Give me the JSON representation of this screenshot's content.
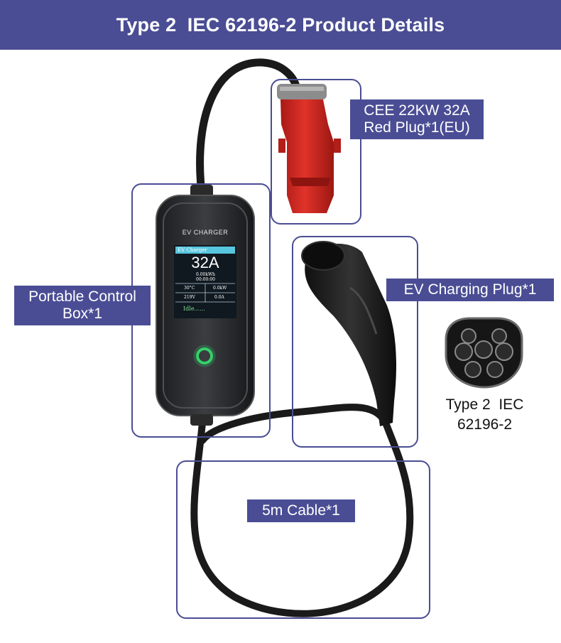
{
  "header": {
    "title": "Type 2  IEC 62196-2 Product Details"
  },
  "callouts": {
    "red_plug_line1": "CEE 22KW 32A",
    "red_plug_line2": "Red Plug*1(EU)",
    "control_box_line1": "Portable Control",
    "control_box_line2": "Box*1",
    "ev_plug": "EV Charging Plug*1",
    "cable": "5m Cable*1",
    "type2_line1": "Type 2  IEC",
    "type2_line2": "62196-2"
  },
  "control_box": {
    "brand": "EV CHARGER",
    "screen": {
      "header": "EV Charger",
      "current": "32A",
      "energy": "0.00kWh",
      "time": "00:00:00",
      "temp": "30°C",
      "power": "0.0kW",
      "voltage": "219V",
      "amps": "0.0A",
      "status": "Idle......"
    }
  },
  "colors": {
    "accent": "#4a4d94",
    "plug_red": "#c7231c",
    "indicator_green": "#35d06a"
  }
}
